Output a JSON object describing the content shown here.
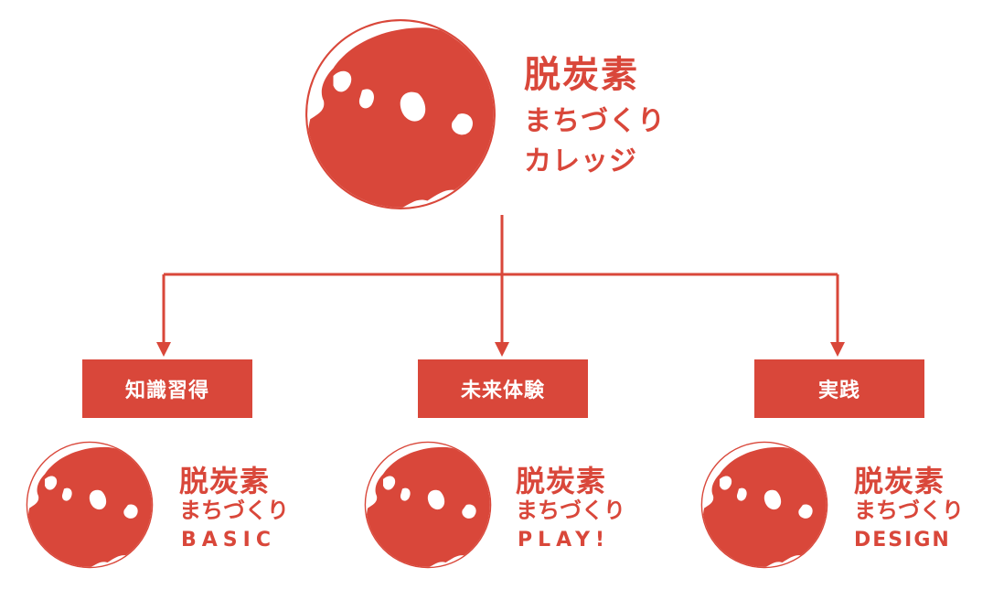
{
  "main": {
    "title_line1": "脱炭素",
    "title_line2": "まちづくり",
    "title_line3": "カレッジ"
  },
  "categories": [
    {
      "label": "知識習得",
      "title_line1": "脱炭素",
      "title_line2": "まちづくり",
      "subtitle": "BASIC"
    },
    {
      "label": "未来体験",
      "title_line1": "脱炭素",
      "title_line2": "まちづくり",
      "subtitle": "PLAY!"
    },
    {
      "label": "実践",
      "title_line1": "脱炭素",
      "title_line2": "まちづくり",
      "subtitle": "DESIGN"
    }
  ],
  "colors": {
    "accent": "#d9473a",
    "background": "#ffffff"
  }
}
